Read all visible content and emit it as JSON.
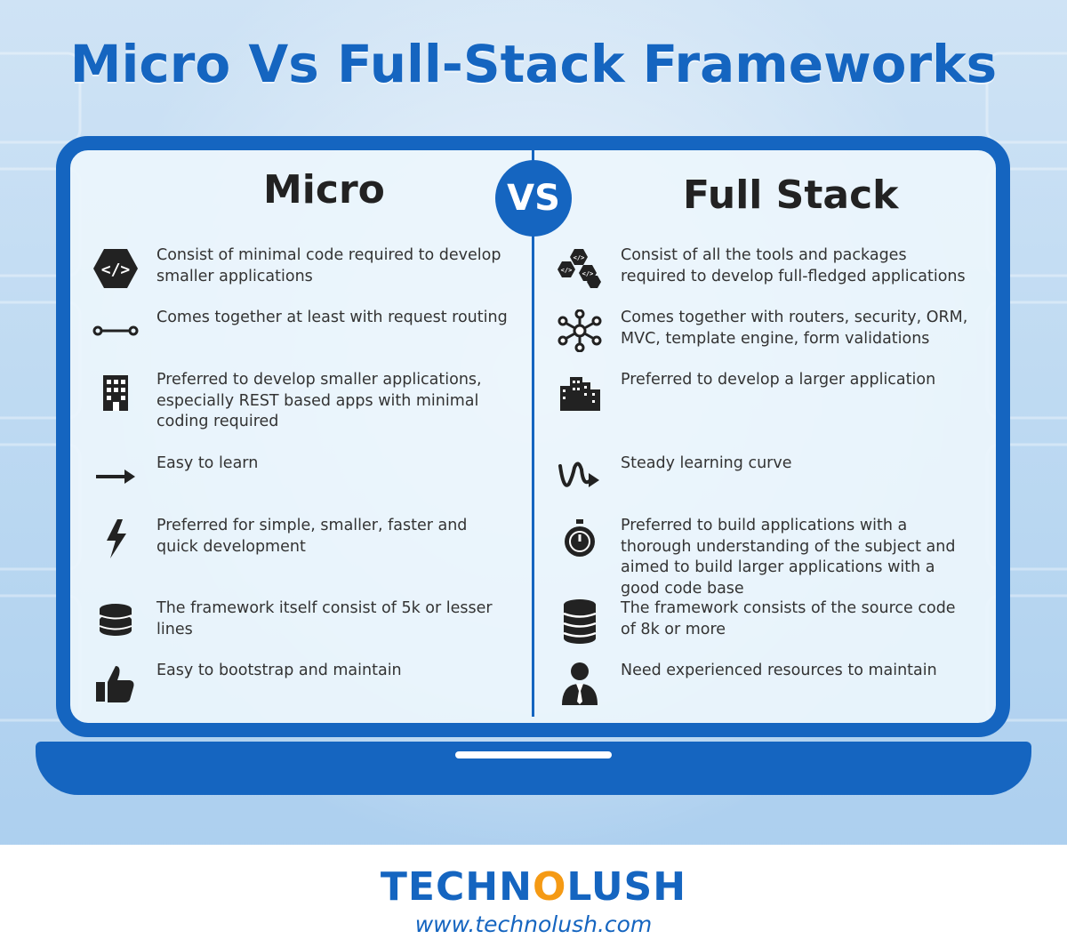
{
  "title": "Micro Vs Full-Stack Frameworks",
  "vs_label": "VS",
  "micro": {
    "heading": "Micro",
    "items": [
      {
        "icon": "code-hexagon-icon",
        "text": "Consist of minimal code required to develop smaller applications"
      },
      {
        "icon": "route-line-icon",
        "text": "Comes together at least with request routing"
      },
      {
        "icon": "building-icon",
        "text": "Preferred to develop smaller applications, especially REST based apps with minimal coding required"
      },
      {
        "icon": "arrow-right-icon",
        "text": "Easy to learn"
      },
      {
        "icon": "lightning-bolt-icon",
        "text": "Preferred for simple, smaller, faster and quick development"
      },
      {
        "icon": "database-icon",
        "text": "The framework itself consist of 5k or lesser lines"
      },
      {
        "icon": "thumbs-up-icon",
        "text": "Easy to bootstrap and maintain"
      }
    ]
  },
  "fullstack": {
    "heading": "Full Stack",
    "items": [
      {
        "icon": "code-hexagons-cluster-icon",
        "text": "Consist of all the tools and packages required to develop full-fledged applications"
      },
      {
        "icon": "network-hub-icon",
        "text": "Comes together with routers, security, ORM, MVC, template engine, form validations"
      },
      {
        "icon": "city-buildings-icon",
        "text": "Preferred to develop a larger application"
      },
      {
        "icon": "curvy-arrow-icon",
        "text": "Steady learning curve"
      },
      {
        "icon": "stopwatch-icon",
        "text": "Preferred to build applications with a thorough understanding of the subject and aimed to build larger applications with a good code base"
      },
      {
        "icon": "database-large-icon",
        "text": "The framework consists of the source code of 8k or more"
      },
      {
        "icon": "businessman-icon",
        "text": "Need experienced resources to maintain"
      }
    ]
  },
  "brand": {
    "name_part1": "TECHN",
    "name_o": "O",
    "name_part2": "LUSH",
    "url": "www.technolush.com"
  },
  "colors": {
    "accent": "#1565c0",
    "brand_orange": "#f59a14",
    "text": "#333333"
  }
}
